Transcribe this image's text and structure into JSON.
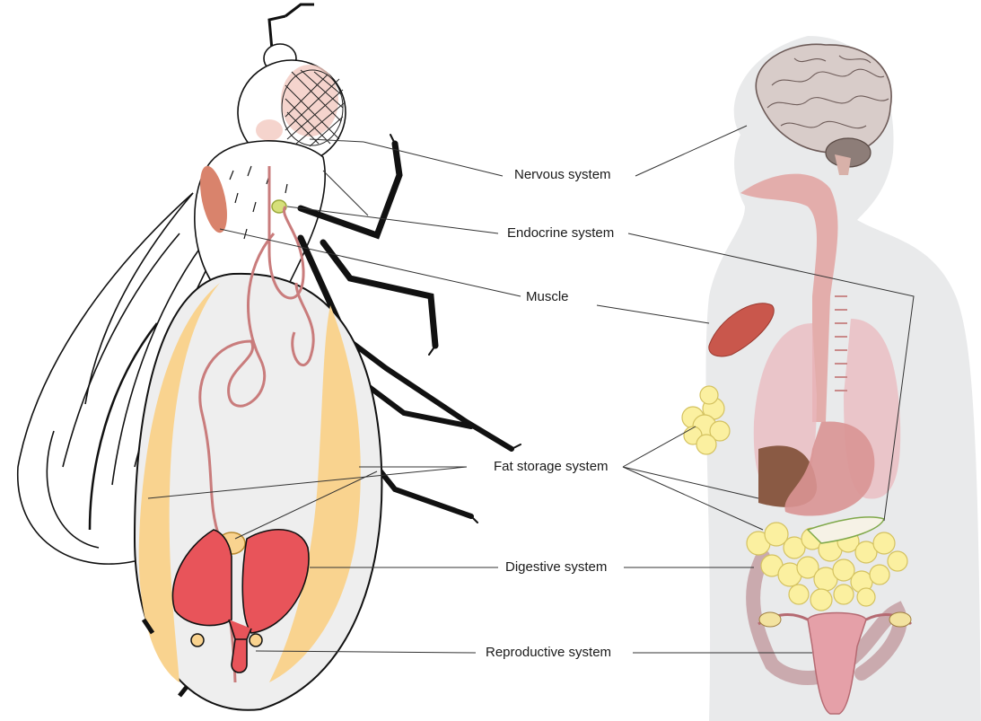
{
  "labels": {
    "nervous": "Nervous system",
    "endocrine": "Endocrine system",
    "muscle": "Muscle",
    "fat": "Fat storage system",
    "digestive": "Digestive system",
    "reproductive": "Reproductive system"
  },
  "colors": {
    "fat_body": "#f9d38f",
    "gut_tube": "#c97c7c",
    "ovary": "#e8545a",
    "muscle": "#d9836c",
    "fly_outline": "#111111",
    "human_silhouette": "#e9eaeb",
    "fat_droplet": "#fbf0a0",
    "liver": "#8a5a44"
  },
  "icons": [
    "fly-diagram",
    "human-silhouette",
    "brain-icon"
  ]
}
